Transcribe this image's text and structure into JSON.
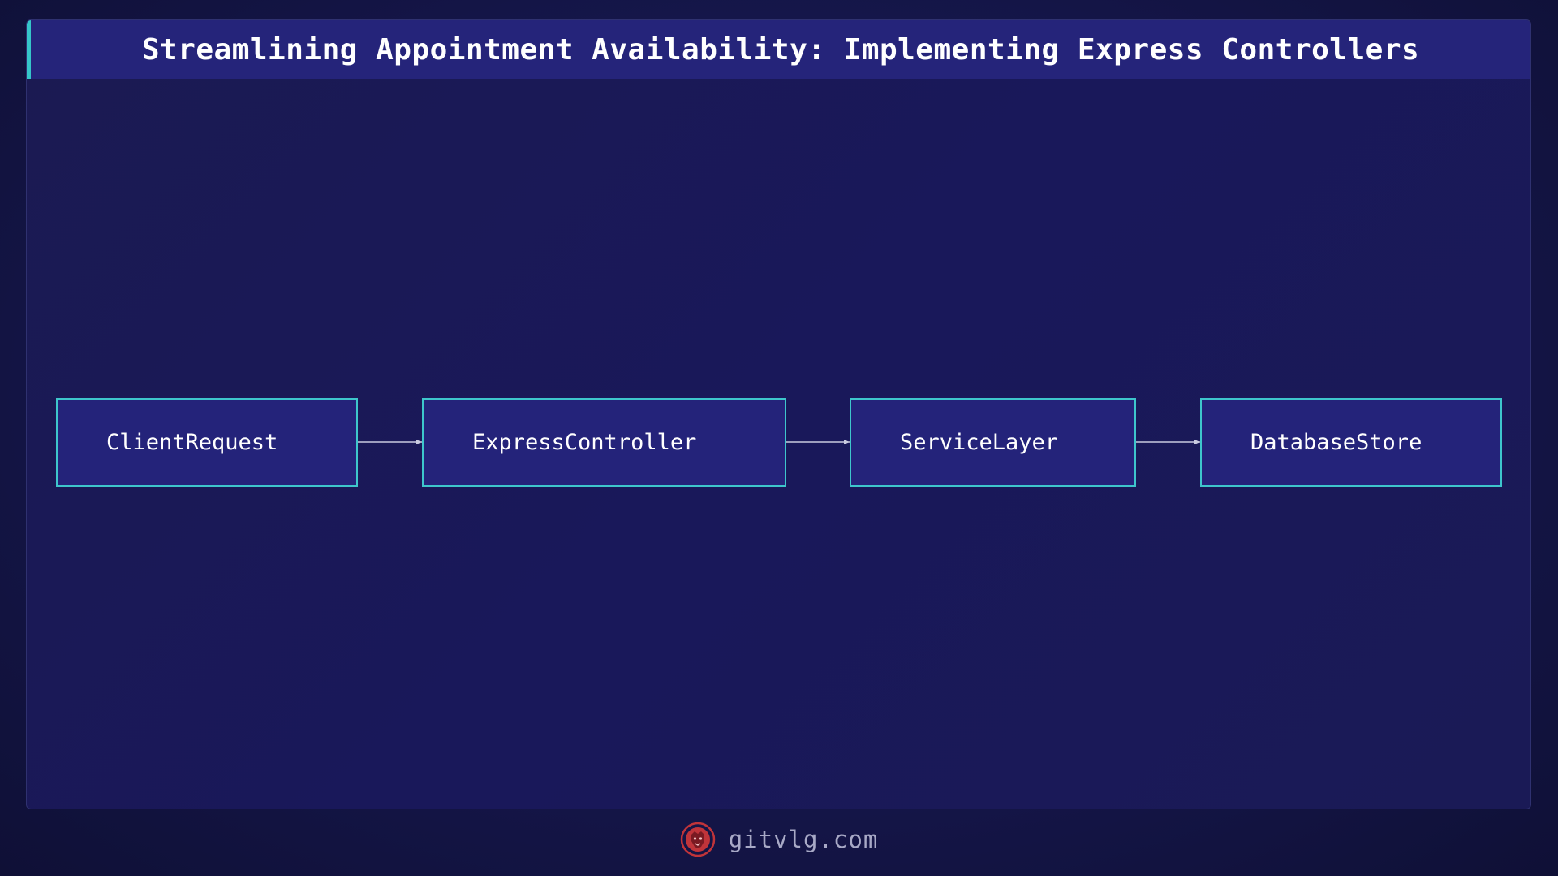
{
  "title": "Streamlining Appointment Availability: Implementing Express Controllers",
  "nodes": [
    {
      "label": "ClientRequest"
    },
    {
      "label": "ExpressController"
    },
    {
      "label": "ServiceLayer"
    },
    {
      "label": "DatabaseStore"
    }
  ],
  "edges": [
    {
      "from": "ClientRequest",
      "to": "ExpressController"
    },
    {
      "from": "ExpressController",
      "to": "ServiceLayer"
    },
    {
      "from": "ServiceLayer",
      "to": "DatabaseStore"
    }
  ],
  "footer": {
    "site": "gitvlg.com",
    "logo_icon": "lion-logo-icon"
  },
  "colors": {
    "background": "#15164a",
    "title_bar": "#25247a",
    "accent": "#35c6c9",
    "node_fill": "#24237a",
    "node_border": "#3ec6cc",
    "edge": "#c9cbe0",
    "logo": "#c0343a"
  }
}
